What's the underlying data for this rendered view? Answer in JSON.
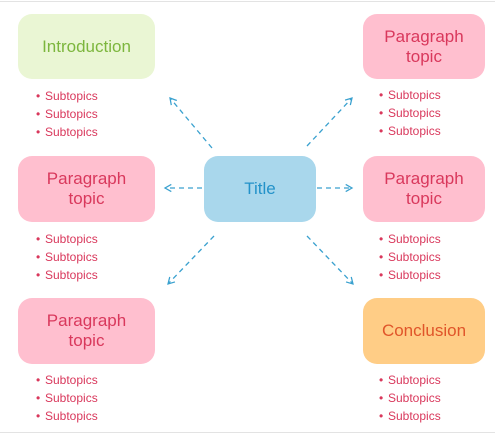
{
  "center": {
    "label": "Title",
    "color": "#a9d7ec",
    "text_color": "#2392c9"
  },
  "nodes": [
    {
      "id": "intro",
      "lines": [
        "Introduction"
      ],
      "color": "#eaf6d4",
      "text_color": "#7cb63d",
      "subtopics": [
        "Subtopics",
        "Subtopics",
        "Subtopics"
      ]
    },
    {
      "id": "para-top-right",
      "lines": [
        "Paragraph",
        "topic"
      ],
      "color": "#ffbfcf",
      "text_color": "#d9385c",
      "subtopics": [
        "Subtopics",
        "Subtopics",
        "Subtopics"
      ]
    },
    {
      "id": "para-mid-left",
      "lines": [
        "Paragraph",
        "topic"
      ],
      "color": "#ffbfcf",
      "text_color": "#d9385c",
      "subtopics": [
        "Subtopics",
        "Subtopics",
        "Subtopics"
      ]
    },
    {
      "id": "para-mid-right",
      "lines": [
        "Paragraph",
        "topic"
      ],
      "color": "#ffbfcf",
      "text_color": "#d9385c",
      "subtopics": [
        "Subtopics",
        "Subtopics",
        "Subtopics"
      ]
    },
    {
      "id": "para-bottom-left",
      "lines": [
        "Paragraph",
        "topic"
      ],
      "color": "#ffbfcf",
      "text_color": "#d9385c",
      "subtopics": [
        "Subtopics",
        "Subtopics",
        "Subtopics"
      ]
    },
    {
      "id": "conclusion",
      "lines": [
        "Conclusion"
      ],
      "color": "#ffcd86",
      "text_color": "#e0552a",
      "subtopics": [
        "Subtopics",
        "Subtopics",
        "Subtopics"
      ]
    }
  ],
  "connector_color": "#3aa1cf",
  "bullet_color": "#d9385c"
}
